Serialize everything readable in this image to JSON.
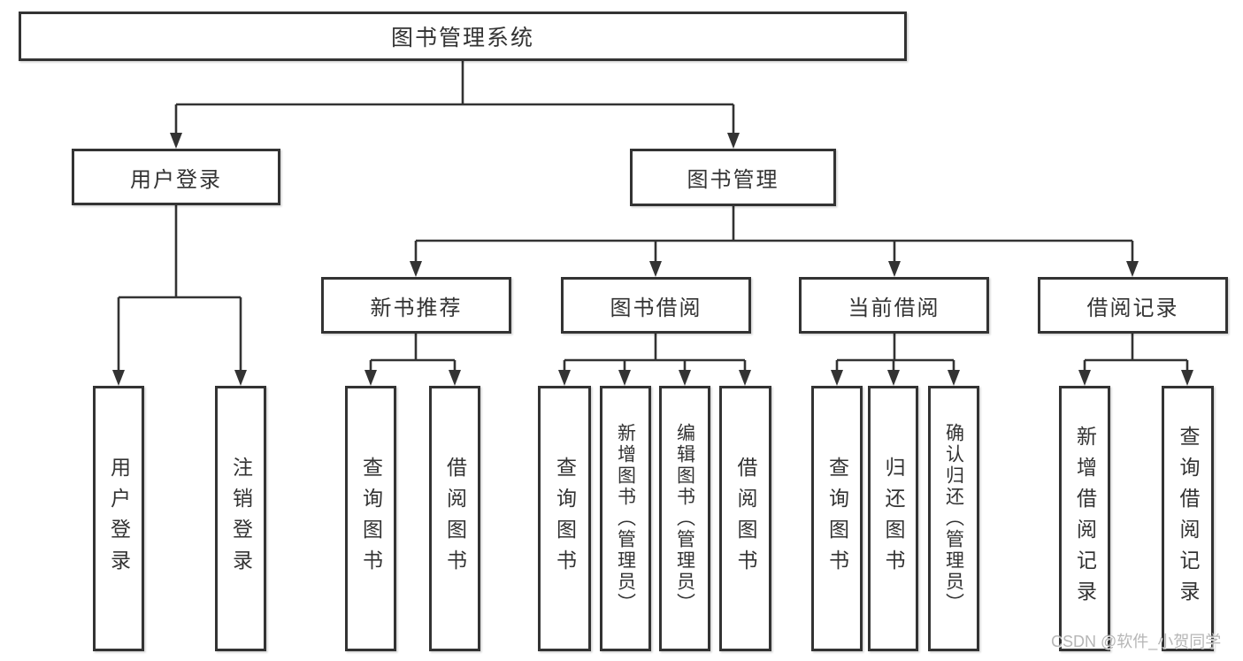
{
  "tree": {
    "label": "图书管理系统",
    "children": [
      {
        "label": "用户登录",
        "children": [
          {
            "label": "用户登录"
          },
          {
            "label": "注销登录"
          }
        ]
      },
      {
        "label": "图书管理",
        "children": [
          {
            "label": "新书推荐",
            "children": [
              {
                "label": "查询图书"
              },
              {
                "label": "借阅图书"
              }
            ]
          },
          {
            "label": "图书借阅",
            "children": [
              {
                "label": "查询图书"
              },
              {
                "label": "新增图书（管理员）"
              },
              {
                "label": "编辑图书（管理员）"
              },
              {
                "label": "借阅图书"
              }
            ]
          },
          {
            "label": "当前借阅",
            "children": [
              {
                "label": "查询图书"
              },
              {
                "label": "归还图书"
              },
              {
                "label": "确认归还（管理员）"
              }
            ]
          },
          {
            "label": "借阅记录",
            "children": [
              {
                "label": "新增借阅记录"
              },
              {
                "label": "查询借阅记录"
              }
            ]
          }
        ]
      }
    ]
  },
  "watermark": "CSDN @软件_小贺同学",
  "colors": {
    "line": "#333333",
    "box_border": "#333333",
    "text": "#333333",
    "background": "#ffffff",
    "watermark_text": "#b2b2b2"
  }
}
